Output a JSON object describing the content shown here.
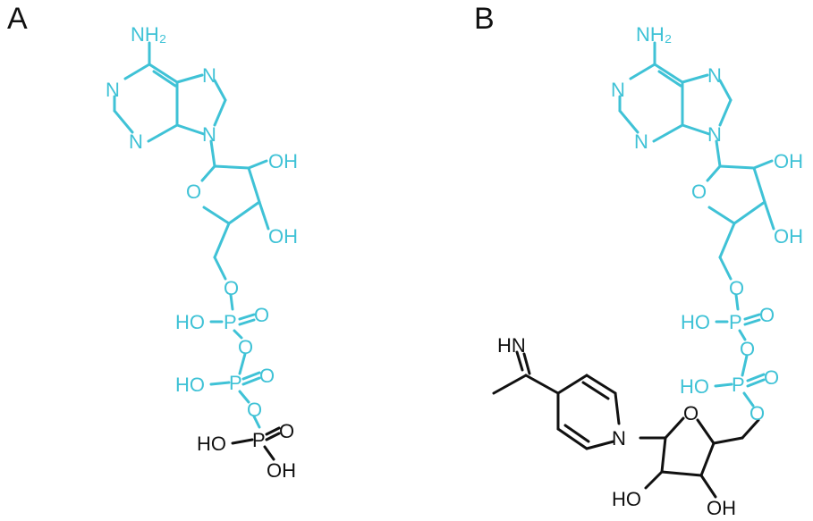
{
  "panels": [
    {
      "label": "A"
    },
    {
      "label": "B"
    }
  ],
  "atoms": {
    "nh2": "NH₂",
    "n": "N",
    "o": "O",
    "oh": "OH",
    "ho": "HO",
    "p": "P",
    "hn": "HN"
  },
  "colors": {
    "adenosine": "#3fc2d6",
    "other": "#111111"
  }
}
